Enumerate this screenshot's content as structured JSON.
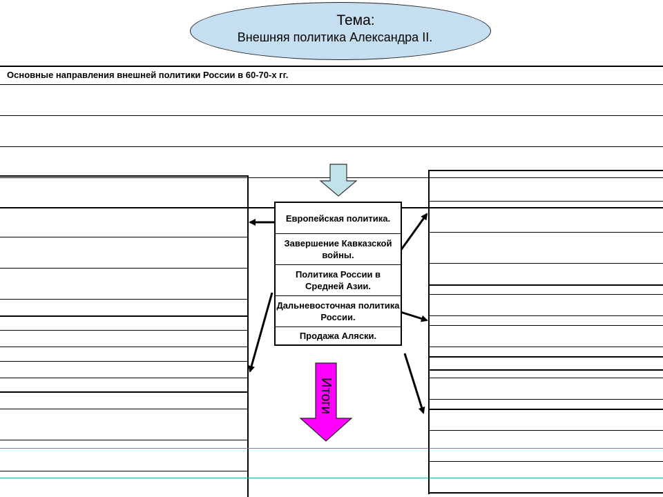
{
  "title": {
    "line1": "Тема:",
    "line2": "Внешняя политика Александра II."
  },
  "header": {
    "text": "Основные направления внешней политики России в 60-70-х гг."
  },
  "center": {
    "items": [
      "Европейская политика.",
      "Завершение Кавказской войны.",
      "Политика России в Средней Азии.",
      "Дальневосточная политика России.",
      "Продажа Аляски."
    ]
  },
  "results_arrow": {
    "label": "Итоги",
    "color": "#ff00ff"
  },
  "down_arrow": {
    "color": "#bfe3e9"
  },
  "colors": {
    "oval_fill": "#c6dff0",
    "teal_line": "#3fa9a0"
  }
}
